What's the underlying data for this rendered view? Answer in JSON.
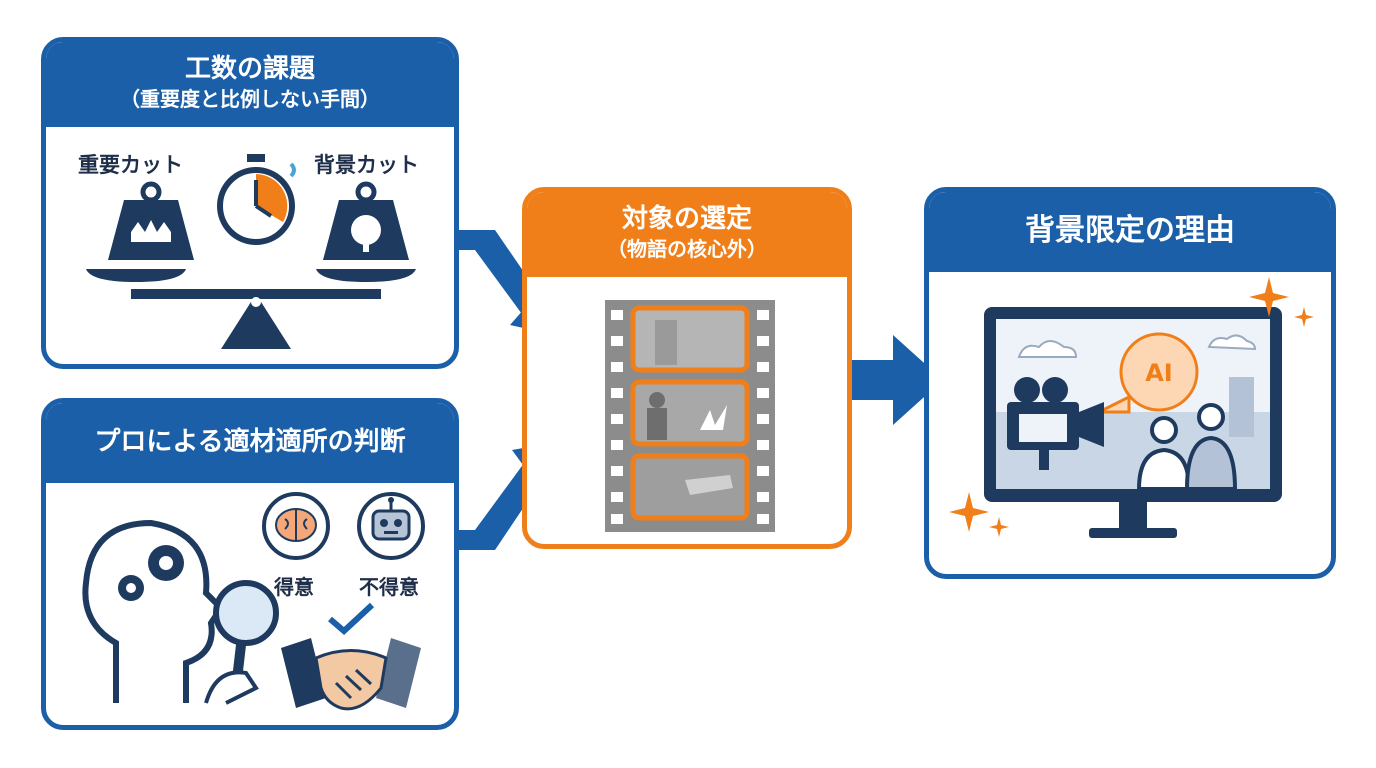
{
  "panels": {
    "workload": {
      "title": "工数の課題",
      "subtitle": "（重要度と比例しない手間）",
      "label_left": "重要カット",
      "label_right": "背景カット"
    },
    "judgment": {
      "title": "プロによる適材適所の判断",
      "label_good": "得意",
      "label_bad": "不得意"
    },
    "target": {
      "title": "対象の選定",
      "subtitle": "（物語の核心外）"
    },
    "reason": {
      "title": "背景限定の理由",
      "ai_label": "AI"
    }
  },
  "colors": {
    "blue": "#1b5fa8",
    "navy": "#1f3a5f",
    "orange": "#f07f1a",
    "gray": "#8a8a8a"
  }
}
